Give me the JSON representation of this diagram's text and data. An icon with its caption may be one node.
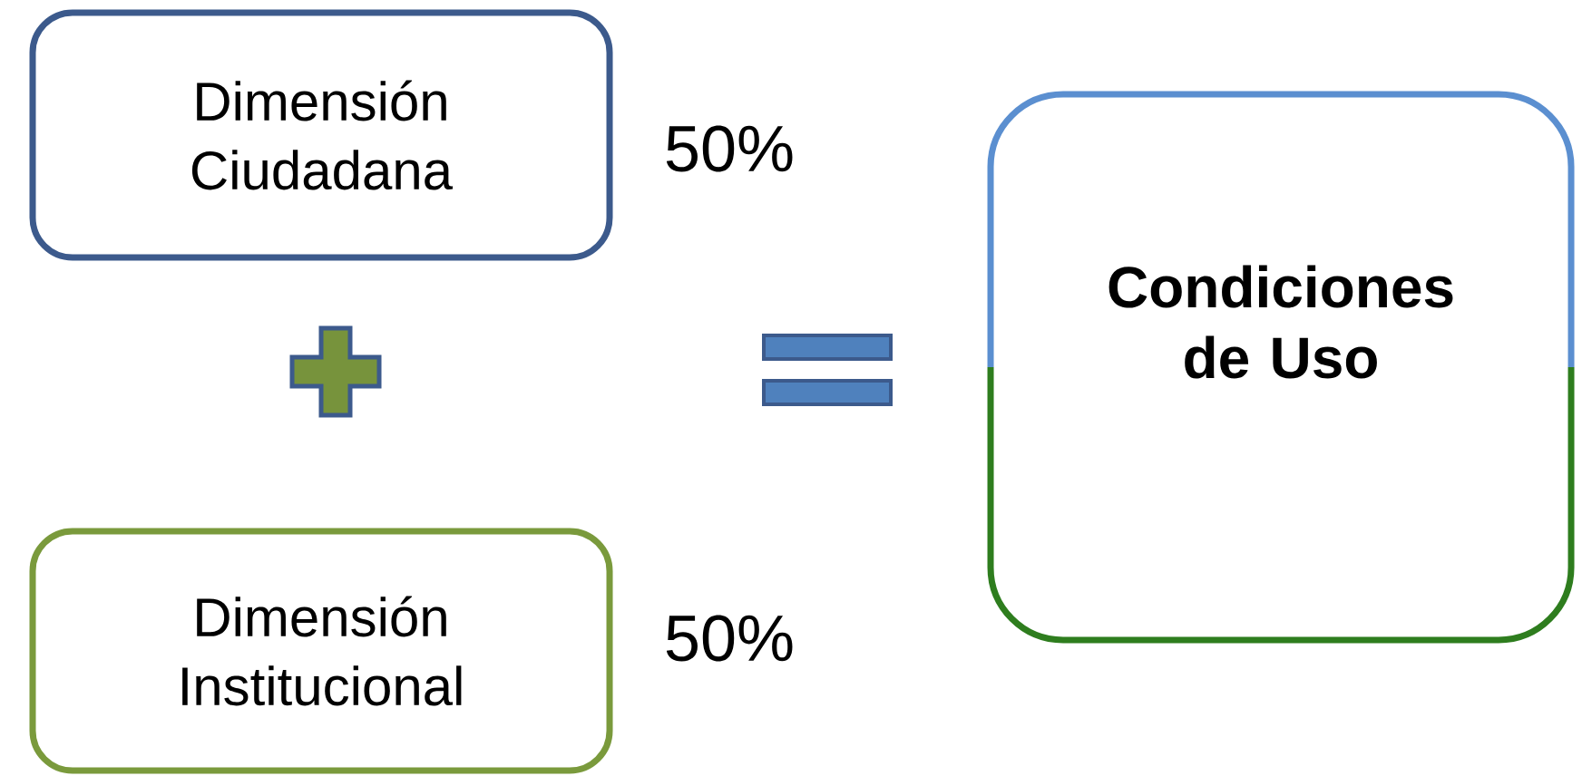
{
  "diagram": {
    "nodes": [
      {
        "text": [
          "Dimensión Ciudadana"
        ],
        "beside": [
          "50%"
        ]
      },
      {
        "text": [
          "Dimensión Institucional"
        ],
        "beside": [
          "50%"
        ]
      },
      {
        "text": [
          "Condiciones de Uso"
        ]
      }
    ]
  }
}
